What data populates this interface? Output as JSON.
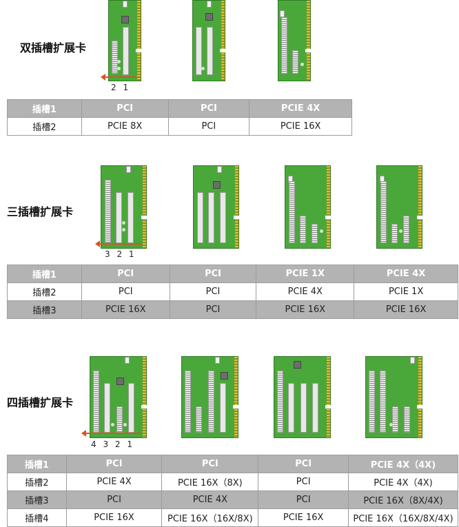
{
  "sections": [
    {
      "title": "双插槽扩展卡",
      "slot_numbers": "2 1",
      "table": {
        "rows": [
          [
            "插槽1",
            "PCI",
            "PCI",
            "PCIE 4X"
          ],
          [
            "插槽2",
            "PCIE 8X",
            "PCI",
            "PCIE 16X"
          ]
        ]
      }
    },
    {
      "title": "三插槽扩展卡",
      "slot_numbers": "3 2 1",
      "table": {
        "rows": [
          [
            "插槽1",
            "PCI",
            "PCI",
            "PCIE 1X",
            "PCIE 4X"
          ],
          [
            "插槽2",
            "PCI",
            "PCI",
            "PCIE 4X",
            "PCIE 1X"
          ],
          [
            "插槽3",
            "PCIE 16X",
            "PCI",
            "PCIE 16X",
            "PCIE 16X"
          ]
        ]
      }
    },
    {
      "title": "四插槽扩展卡",
      "slot_numbers": "4 3 2 1",
      "table": {
        "rows": [
          [
            "插槽1",
            "PCI",
            "PCI",
            "PCI",
            "PCIE 4X（4X)"
          ],
          [
            "插槽2",
            "PCIE 4X",
            "PCIE 16X（8X)",
            "PCI",
            "PCIE 4X（4X)"
          ],
          [
            "插槽3",
            "PCI",
            "PCIE 4X",
            "PCI",
            "PCIE 16X（8X/4X)"
          ],
          [
            "插槽4",
            "PCIE 16X",
            "PCIE 16X（16X/8X)",
            "PCIE 16X",
            "PCIE 16X（16X/8X/4X)"
          ]
        ]
      }
    }
  ],
  "colors": {
    "board": "#4aa83a",
    "header_gray": "#b3b3b3",
    "arrow": "#e0521e"
  }
}
